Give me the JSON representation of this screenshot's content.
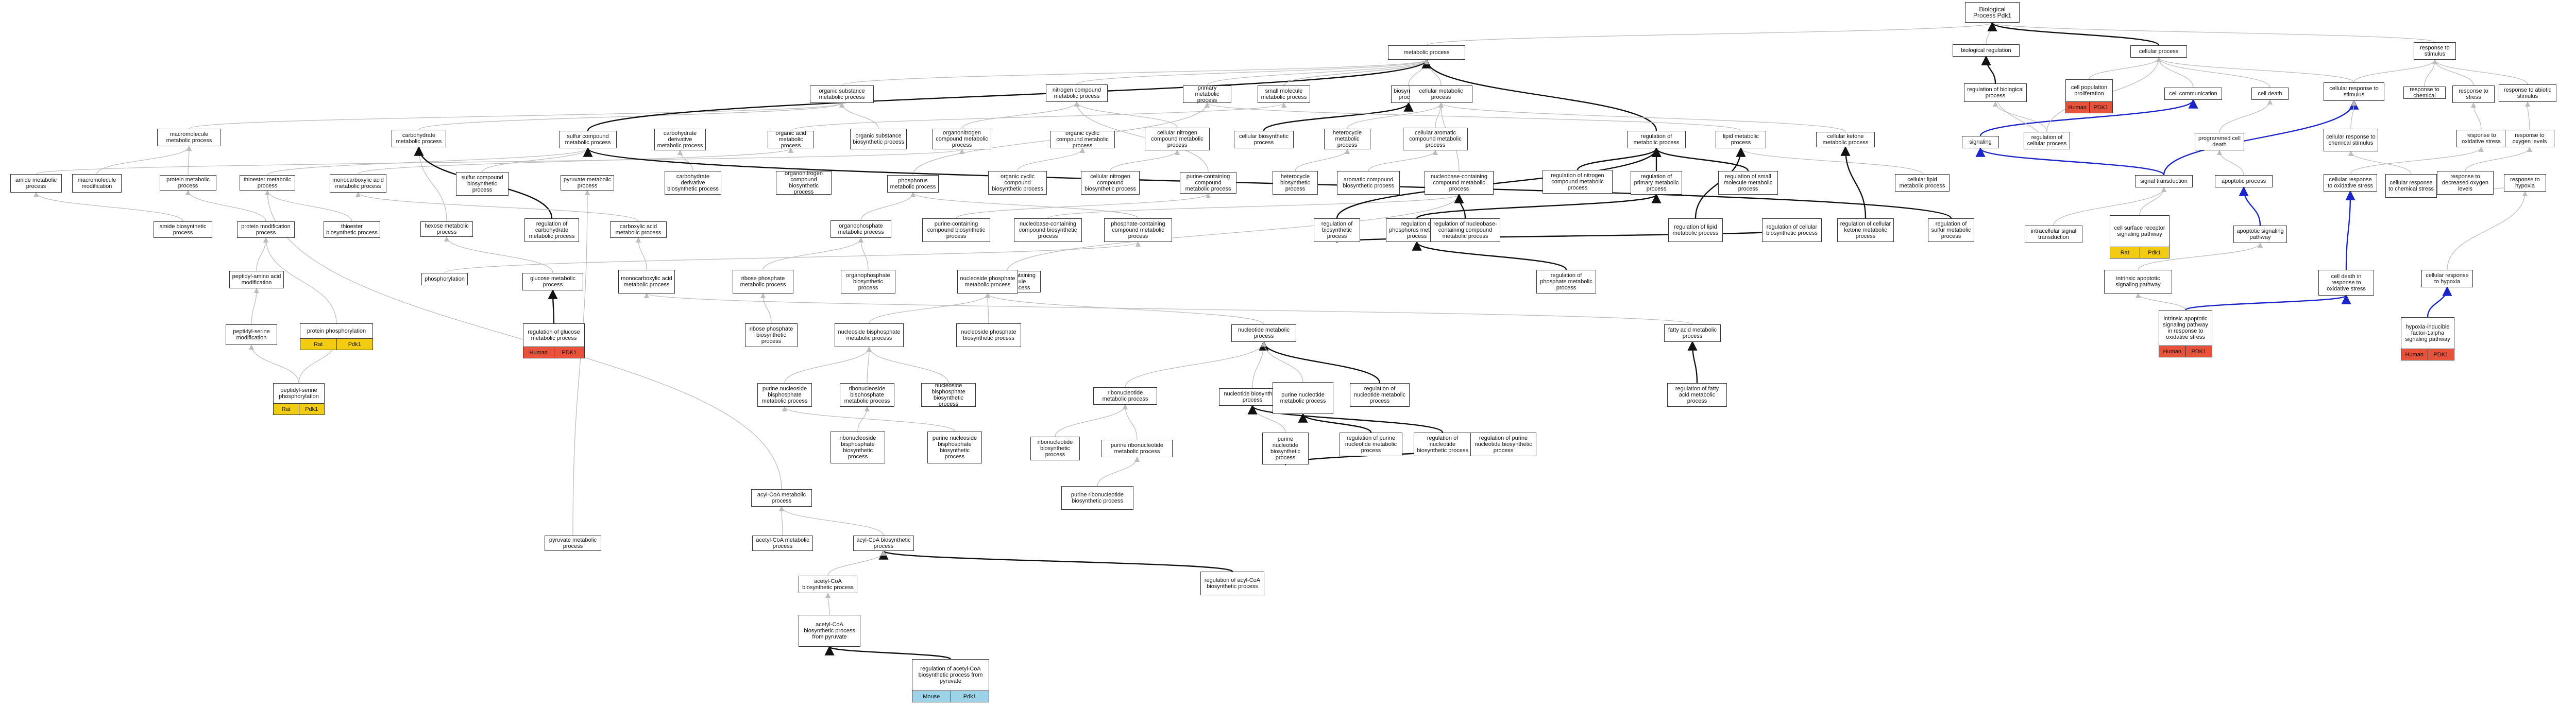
{
  "colors": {
    "edge_gray": "#bdbdbd",
    "edge_black": "#111111",
    "edge_blue": "#1a24c8",
    "human": "#e8513a",
    "rat": "#f2cc13",
    "mouse": "#9dd3e8"
  },
  "annotations": {
    "human": "Human",
    "rat": "Rat",
    "mouse": "Mouse",
    "gene_pdk1": "Pdk1",
    "gene_PDK1": "PDK1"
  },
  "nodes": [
    {
      "id": "bp",
      "label": "Biological Process Pdk1"
    },
    {
      "id": "stim",
      "label": "response to stimulus"
    },
    {
      "id": "met",
      "label": "metabolic process"
    },
    {
      "id": "breg",
      "label": "biological regulation"
    },
    {
      "id": "cproc",
      "label": "cellular process"
    },
    {
      "id": "osm",
      "label": "organic substance metabolic process"
    },
    {
      "id": "ncm",
      "label": "nitrogen compound metabolic process"
    },
    {
      "id": "pmp",
      "label": "primary metabolic process"
    },
    {
      "id": "smm",
      "label": "small molecule metabolic process"
    },
    {
      "id": "bio",
      "label": "biosynthetic process"
    },
    {
      "id": "cmp",
      "label": "cellular metabolic process"
    },
    {
      "id": "rbp",
      "label": "regulation of biological process"
    },
    {
      "id": "cpp",
      "label": "cell population proliferation"
    },
    {
      "id": "ccomm",
      "label": "cell communication"
    },
    {
      "id": "cdeath",
      "label": "cell death"
    },
    {
      "id": "crstim",
      "label": "cellular response to stimulus"
    },
    {
      "id": "rchem",
      "label": "response to chemical"
    },
    {
      "id": "rstress",
      "label": "response to stress"
    },
    {
      "id": "rabio",
      "label": "response to abiotic stimulus"
    },
    {
      "id": "mmp",
      "label": "macromolecule metabolic process"
    },
    {
      "id": "carb",
      "label": "carbohydrate metabolic process"
    },
    {
      "id": "sulfur",
      "label": "sulfur compound metabolic process"
    },
    {
      "id": "cdmp",
      "label": "carbohydrate derivative metabolic process"
    },
    {
      "id": "oamp",
      "label": "organic acid metabolic process"
    },
    {
      "id": "osbp",
      "label": "organic substance biosynthetic process"
    },
    {
      "id": "onmp",
      "label": "organonitrogen compound metabolic process"
    },
    {
      "id": "ocmp",
      "label": "organic cyclic compound metabolic process"
    },
    {
      "id": "cnmp",
      "label": "cellular nitrogen compound metabolic process"
    },
    {
      "id": "cbp",
      "label": "cellular biosynthetic process"
    },
    {
      "id": "hcmp",
      "label": "heterocycle metabolic process"
    },
    {
      "id": "camp",
      "label": "cellular aromatic compound metabolic process"
    },
    {
      "id": "rmp",
      "label": "regulation of metabolic process"
    },
    {
      "id": "lmp",
      "label": "lipid metabolic process"
    },
    {
      "id": "ckmp",
      "label": "cellular ketone metabolic process"
    },
    {
      "id": "sig",
      "label": "signaling"
    },
    {
      "id": "rcp",
      "label": "regulation of cellular process"
    },
    {
      "id": "pcd",
      "label": "programmed cell death"
    },
    {
      "id": "crcs",
      "label": "cellular response to chemical stimulus"
    },
    {
      "id": "rox",
      "label": "response to oxidative stress"
    },
    {
      "id": "rol",
      "label": "response to oxygen levels"
    },
    {
      "id": "amide",
      "label": "amide metabolic process"
    },
    {
      "id": "mmm",
      "label": "macromolecule modification"
    },
    {
      "id": "prot",
      "label": "protein metabolic process"
    },
    {
      "id": "thio",
      "label": "thioester metabolic process"
    },
    {
      "id": "monocarb",
      "label": "monocarboxylic acid metabolic process"
    },
    {
      "id": "sulfbp",
      "label": "sulfur compound biosynthetic process"
    },
    {
      "id": "pyrmp",
      "label": "pyruvate metabolic process"
    },
    {
      "id": "cdbp",
      "label": "carbohydrate derivative biosynthetic process"
    },
    {
      "id": "onbp",
      "label": "organonitrogen compound biosynthetic process"
    },
    {
      "id": "phos",
      "label": "phosphorus metabolic process"
    },
    {
      "id": "ocbp",
      "label": "organic cyclic compound biosynthetic process"
    },
    {
      "id": "cnbp",
      "label": "cellular nitrogen compound biosynthetic process"
    },
    {
      "id": "pcmp",
      "label": "purine-containing compound metabolic process"
    },
    {
      "id": "hcbp",
      "label": "heterocycle biosynthetic process"
    },
    {
      "id": "acbp",
      "label": "aromatic compound biosynthetic process"
    },
    {
      "id": "ncmp",
      "label": "nucleobase-containing compound metabolic process"
    },
    {
      "id": "rncm",
      "label": "regulation of nitrogen compound metabolic process"
    },
    {
      "id": "rpmp",
      "label": "regulation of primary metabolic process"
    },
    {
      "id": "rsmm",
      "label": "regulation of small molecule metabolic process"
    },
    {
      "id": "clmp",
      "label": "cellular lipid metabolic process"
    },
    {
      "id": "st",
      "label": "signal transduction"
    },
    {
      "id": "aproc",
      "label": "apoptotic process"
    },
    {
      "id": "crox",
      "label": "cellular response to oxidative stress"
    },
    {
      "id": "crcs2",
      "label": "cellular response to chemical stress"
    },
    {
      "id": "rdol",
      "label": "response to decreased oxygen levels"
    },
    {
      "id": "rhyp",
      "label": "response to hypoxia"
    },
    {
      "id": "amidebp",
      "label": "amide biosynthetic process"
    },
    {
      "id": "pmod",
      "label": "protein modification process"
    },
    {
      "id": "thiobp",
      "label": "thioester biosynthetic process"
    },
    {
      "id": "hexose",
      "label": "hexose metabolic process"
    },
    {
      "id": "rcarb",
      "label": "regulation of carbohydrate metabolic process"
    },
    {
      "id": "carbox",
      "label": "carboxylic acid metabolic process"
    },
    {
      "id": "orgp",
      "label": "organophosphate metabolic process"
    },
    {
      "id": "pcbp",
      "label": "purine-containing compound biosynthetic process"
    },
    {
      "id": "ncbp",
      "label": "nucleobase-containing compound biosynthetic process"
    },
    {
      "id": "ncsm",
      "label": "nucleobase-containing small molecule metabolic process"
    },
    {
      "id": "rbiop",
      "label": "regulation of biosynthetic process"
    },
    {
      "id": "rphos",
      "label": "regulation of phosphorus metabolic process"
    },
    {
      "id": "rnccm",
      "label": "regulation of nucleobase-containing compound metabolic process"
    },
    {
      "id": "rlmp",
      "label": "regulation of lipid metabolic process"
    },
    {
      "id": "rcbp",
      "label": "regulation of cellular biosynthetic process"
    },
    {
      "id": "rckmp",
      "label": "regulation of cellular ketone metabolic process"
    },
    {
      "id": "rsulf",
      "label": "regulation of sulfur metabolic process"
    },
    {
      "id": "pccmp",
      "label": "phosphate-containing compound metabolic process"
    },
    {
      "id": "ist",
      "label": "intracellular signal transduction"
    },
    {
      "id": "csrsp",
      "label": "cell surface receptor signaling pathway"
    },
    {
      "id": "asp",
      "label": "apoptotic signaling pathway"
    },
    {
      "id": "cdox",
      "label": "cell death in response to oxidative stress"
    },
    {
      "id": "crh",
      "label": "cellular response to hypoxia"
    },
    {
      "id": "paa",
      "label": "peptidyl-amino acid modification"
    },
    {
      "id": "phosn",
      "label": "phosphorylation"
    },
    {
      "id": "glc",
      "label": "glucose metabolic process"
    },
    {
      "id": "mcamp",
      "label": "monocarboxylic acid metabolic process"
    },
    {
      "id": "ribp",
      "label": "ribose phosphate metabolic process"
    },
    {
      "id": "orgpbp",
      "label": "organophosphate biosynthetic process"
    },
    {
      "id": "npmp",
      "label": "nucleoside phosphate metabolic process"
    },
    {
      "id": "rpmp2",
      "label": "regulation of phosphate metabolic process"
    },
    {
      "id": "iasp",
      "label": "intrinsic apoptotic signaling pathway"
    },
    {
      "id": "pser",
      "label": "peptidyl-serine modification"
    },
    {
      "id": "pphos",
      "label": "protein phosphorylation"
    },
    {
      "id": "rglc",
      "label": "regulation of glucose metabolic process"
    },
    {
      "id": "ribpbp",
      "label": "ribose phosphate biosynthetic process"
    },
    {
      "id": "nbpmp",
      "label": "nucleoside bisphosphate metabolic process"
    },
    {
      "id": "npbp",
      "label": "nucleoside phosphate biosynthetic process"
    },
    {
      "id": "nmp",
      "label": "nucleotide metabolic process"
    },
    {
      "id": "famp",
      "label": "fatty acid metabolic process"
    },
    {
      "id": "iaspox",
      "label": "intrinsic apoptotic signaling pathway in response to oxidative stress"
    },
    {
      "id": "hif",
      "label": "hypoxia-inducible factor-1alpha signaling pathway"
    },
    {
      "id": "psph",
      "label": "peptidyl-serine phosphorylation"
    },
    {
      "id": "pnbmp",
      "label": "purine nucleoside bisphosphate metabolic process"
    },
    {
      "id": "rnbmp",
      "label": "ribonucleoside bisphosphate metabolic process"
    },
    {
      "id": "nbpbp",
      "label": "nucleoside bisphosphate biosynthetic process"
    },
    {
      "id": "rnmp",
      "label": "ribonucleotide metabolic process"
    },
    {
      "id": "nbp",
      "label": "nucleotide biosynthetic process"
    },
    {
      "id": "rnmp2",
      "label": "regulation of nucleotide metabolic process"
    },
    {
      "id": "rfamp",
      "label": "regulation of fatty acid metabolic process"
    },
    {
      "id": "rnbbp",
      "label": "ribonucleoside bisphosphate biosynthetic process"
    },
    {
      "id": "pnbbp",
      "label": "purine nucleoside bisphosphate biosynthetic process"
    },
    {
      "id": "rnbp",
      "label": "ribonucleotide biosynthetic process"
    },
    {
      "id": "prnmp",
      "label": "purine ribonucleotide metabolic process"
    },
    {
      "id": "pnbp",
      "label": "purine nucleotide biosynthetic process"
    },
    {
      "id": "rpnmp",
      "label": "regulation of purine nucleotide metabolic process"
    },
    {
      "id": "pnmp",
      "label": "purine nucleotide metabolic process"
    },
    {
      "id": "rnbp2",
      "label": "regulation of nucleotide biosynthetic process"
    },
    {
      "id": "rpnbp",
      "label": "regulation of purine nucleotide biosynthetic process"
    },
    {
      "id": "prnbp",
      "label": "purine ribonucleotide biosynthetic process"
    },
    {
      "id": "acoamp",
      "label": "acyl-CoA metabolic process"
    },
    {
      "id": "pyr",
      "label": "pyruvate metabolic process"
    },
    {
      "id": "acetmp",
      "label": "acetyl-CoA metabolic process"
    },
    {
      "id": "acobp",
      "label": "acyl-CoA biosynthetic process"
    },
    {
      "id": "racobp",
      "label": "regulation of acyl-CoA biosynthetic process"
    },
    {
      "id": "acetbp",
      "label": "acetyl-CoA biosynthetic process"
    },
    {
      "id": "acetbpp",
      "label": "acetyl-CoA biosynthetic process from pyruvate"
    },
    {
      "id": "racetbp",
      "label": "regulation of acetyl-CoA biosynthetic process from pyruvate"
    }
  ],
  "edges": [
    [
      "stim",
      "bp",
      "g"
    ],
    [
      "met",
      "bp",
      "g"
    ],
    [
      "breg",
      "bp",
      "g"
    ],
    [
      "cproc",
      "bp",
      "k"
    ],
    [
      "osm",
      "met",
      "g"
    ],
    [
      "ncm",
      "met",
      "g"
    ],
    [
      "pmp",
      "met",
      "g"
    ],
    [
      "smm",
      "met",
      "g"
    ],
    [
      "bio",
      "met",
      "g"
    ],
    [
      "cmp",
      "met",
      "g"
    ],
    [
      "rmp",
      "met",
      "k"
    ],
    [
      "rbp",
      "breg",
      "k"
    ],
    [
      "cpp",
      "cproc",
      "g"
    ],
    [
      "ccomm",
      "cproc",
      "g"
    ],
    [
      "cdeath",
      "cproc",
      "g"
    ],
    [
      "crstim",
      "cproc",
      "g"
    ],
    [
      "rcp",
      "rbp",
      "g"
    ],
    [
      "rchem",
      "stim",
      "g"
    ],
    [
      "rstress",
      "stim",
      "g"
    ],
    [
      "rabio",
      "stim",
      "g"
    ],
    [
      "crstim",
      "stim",
      "g"
    ],
    [
      "mmp",
      "osm",
      "g"
    ],
    [
      "carb",
      "osm",
      "g"
    ],
    [
      "sulfur",
      "met",
      "k"
    ],
    [
      "oamp",
      "smm",
      "g"
    ],
    [
      "osbp",
      "osm",
      "g"
    ],
    [
      "onmp",
      "ncm",
      "g"
    ],
    [
      "cnmp",
      "ncm",
      "g"
    ],
    [
      "cbp",
      "bio",
      "k"
    ],
    [
      "hcmp",
      "cmp",
      "g"
    ],
    [
      "camp",
      "cmp",
      "g"
    ],
    [
      "lmp",
      "pmp",
      "g"
    ],
    [
      "ckmp",
      "cmp",
      "g"
    ],
    [
      "sig",
      "ccomm",
      "b"
    ],
    [
      "st",
      "sig",
      "b"
    ],
    [
      "st",
      "crstim",
      "b"
    ],
    [
      "pcd",
      "cdeath",
      "g"
    ],
    [
      "crcs",
      "crstim",
      "g"
    ],
    [
      "rox",
      "rstress",
      "g"
    ],
    [
      "rol",
      "rabio",
      "g"
    ],
    [
      "amide",
      "onmp",
      "g"
    ],
    [
      "mmm",
      "mmp",
      "g"
    ],
    [
      "prot",
      "mmp",
      "g"
    ],
    [
      "thio",
      "sulfur",
      "g"
    ],
    [
      "monocarb",
      "oamp",
      "g"
    ],
    [
      "sulfbp",
      "sulfur",
      "g"
    ],
    [
      "cdbp",
      "cdmp",
      "g"
    ],
    [
      "phos",
      "pmp",
      "g"
    ],
    [
      "ocbp",
      "ocmp",
      "g"
    ],
    [
      "cnbp",
      "cnmp",
      "g"
    ],
    [
      "pcmp",
      "ncm",
      "g"
    ],
    [
      "hcbp",
      "hcmp",
      "g"
    ],
    [
      "acbp",
      "camp",
      "g"
    ],
    [
      "ncmp",
      "cmp",
      "g"
    ],
    [
      "rncm",
      "rmp",
      "k"
    ],
    [
      "rpmp",
      "rmp",
      "k"
    ],
    [
      "rsmm",
      "rmp",
      "k"
    ],
    [
      "clmp",
      "lmp",
      "g"
    ],
    [
      "aproc",
      "pcd",
      "g"
    ],
    [
      "crox",
      "rox",
      "g"
    ],
    [
      "crcs2",
      "crcs",
      "g"
    ],
    [
      "rdol",
      "rol",
      "g"
    ],
    [
      "rhyp",
      "rdol",
      "g"
    ],
    [
      "amidebp",
      "amide",
      "g"
    ],
    [
      "pmod",
      "prot",
      "g"
    ],
    [
      "thiobp",
      "thio",
      "g"
    ],
    [
      "hexose",
      "carb",
      "g"
    ],
    [
      "rcarb",
      "carb",
      "k"
    ],
    [
      "carbox",
      "monocarb",
      "g"
    ],
    [
      "orgp",
      "phos",
      "g"
    ],
    [
      "pcbp",
      "pcmp",
      "g"
    ],
    [
      "ncbp",
      "ncmp",
      "g"
    ],
    [
      "ncsm",
      "ncmp",
      "g"
    ],
    [
      "rbiop",
      "rmp",
      "k"
    ],
    [
      "rphos",
      "rpmp",
      "k"
    ],
    [
      "rnccm",
      "ncmp",
      "k"
    ],
    [
      "rlmp",
      "lmp",
      "k"
    ],
    [
      "rcbp",
      "rbiop",
      "k"
    ],
    [
      "rckmp",
      "ckmp",
      "k"
    ],
    [
      "rsulf",
      "sulfur",
      "k"
    ],
    [
      "pccmp",
      "phos",
      "g"
    ],
    [
      "ist",
      "st",
      "g"
    ],
    [
      "csrsp",
      "st",
      "g"
    ],
    [
      "asp",
      "aproc",
      "b"
    ],
    [
      "cdox",
      "crox",
      "b"
    ],
    [
      "crh",
      "rhyp",
      "g"
    ],
    [
      "paa",
      "pmod",
      "g"
    ],
    [
      "phosn",
      "pccmp",
      "g"
    ],
    [
      "glc",
      "hexose",
      "g"
    ],
    [
      "mcamp",
      "carbox",
      "g"
    ],
    [
      "ribp",
      "orgp",
      "g"
    ],
    [
      "orgpbp",
      "orgp",
      "g"
    ],
    [
      "npmp",
      "ncsm",
      "g"
    ],
    [
      "rpmp2",
      "rphos",
      "k"
    ],
    [
      "iasp",
      "asp",
      "g"
    ],
    [
      "pser",
      "paa",
      "g"
    ],
    [
      "pphos",
      "pmod",
      "g"
    ],
    [
      "rglc",
      "glc",
      "k"
    ],
    [
      "ribpbp",
      "ribp",
      "g"
    ],
    [
      "nbpmp",
      "npmp",
      "g"
    ],
    [
      "npbp",
      "npmp",
      "g"
    ],
    [
      "nmp",
      "npmp",
      "g"
    ],
    [
      "famp",
      "mcamp",
      "g"
    ],
    [
      "iaspox",
      "iasp",
      "g"
    ],
    [
      "iaspox",
      "cdox",
      "b"
    ],
    [
      "hif",
      "crh",
      "b"
    ],
    [
      "psph",
      "pser",
      "g"
    ],
    [
      "psph",
      "pphos",
      "g"
    ],
    [
      "pnbmp",
      "nbpmp",
      "g"
    ],
    [
      "rnbmp",
      "nbpmp",
      "g"
    ],
    [
      "nbpbp",
      "nbpmp",
      "g"
    ],
    [
      "rnmp",
      "nmp",
      "g"
    ],
    [
      "nbp",
      "nmp",
      "g"
    ],
    [
      "rnmp2",
      "nmp",
      "k"
    ],
    [
      "rfamp",
      "famp",
      "k"
    ],
    [
      "rnbbp",
      "rnbmp",
      "g"
    ],
    [
      "pnbbp",
      "pnbmp",
      "g"
    ],
    [
      "rnbp",
      "rnmp",
      "g"
    ],
    [
      "prnmp",
      "rnmp",
      "g"
    ],
    [
      "pnbp",
      "nbp",
      "g"
    ],
    [
      "rpnmp",
      "pnmp",
      "k"
    ],
    [
      "pnmp",
      "nmp",
      "g"
    ],
    [
      "rnbp2",
      "nbp",
      "k"
    ],
    [
      "rpnbp",
      "pnbp",
      "k"
    ],
    [
      "prnbp",
      "prnmp",
      "g"
    ],
    [
      "acoamp",
      "thio",
      "g"
    ],
    [
      "pyr",
      "pyrmp",
      "g"
    ],
    [
      "acetmp",
      "acoamp",
      "g"
    ],
    [
      "acobp",
      "acoamp",
      "g"
    ],
    [
      "racobp",
      "acobp",
      "k"
    ],
    [
      "acetbp",
      "acobp",
      "g"
    ],
    [
      "acetbpp",
      "acetbp",
      "g"
    ],
    [
      "racetbp",
      "acetbpp",
      "k"
    ],
    [
      "rcp",
      "cproc",
      "g"
    ],
    [
      "rbp",
      "rcp",
      "g"
    ],
    [
      "smm",
      "met",
      "g"
    ]
  ]
}
